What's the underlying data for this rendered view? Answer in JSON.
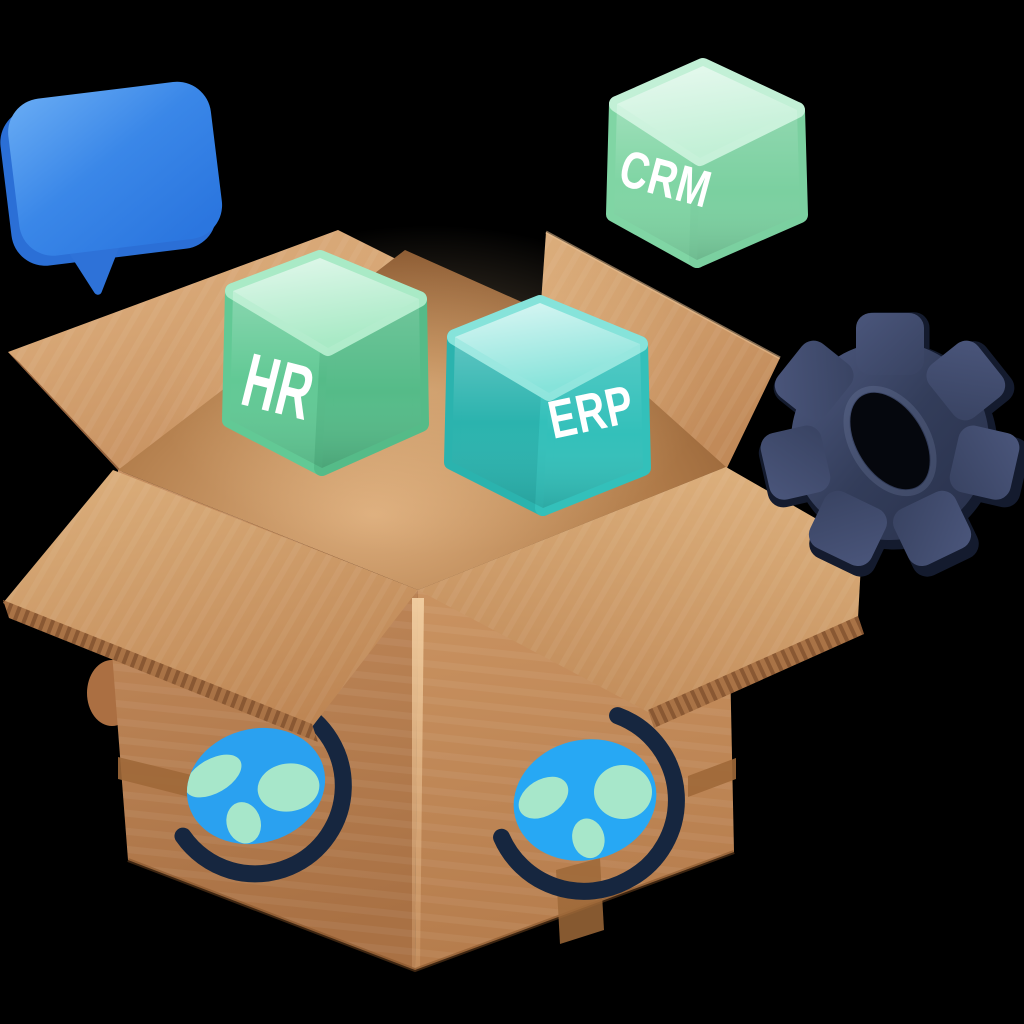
{
  "illustration": {
    "title": "Open cardboard box releasing software module cubes",
    "background_color": "#000000"
  },
  "modules": [
    {
      "id": "hr",
      "label": "HR",
      "label_color": "#FFFFFF",
      "left_color": "#62C995",
      "right_color": "#55BB88",
      "top_color": "#A9EAC6"
    },
    {
      "id": "erp",
      "label": "ERP",
      "label_color": "#FFFFFF",
      "left_color": "#2BB3AE",
      "right_color": "#33C0BA",
      "top_color": "#86E3DA"
    },
    {
      "id": "crm",
      "label": "CRM",
      "label_color": "#FFFFFF",
      "left_color": "#80D5A4",
      "right_color": "#7BD0A0",
      "top_color": "#C2F0D6"
    }
  ],
  "icons": {
    "speech_bubble": {
      "name": "speech-bubble-icon",
      "color": "#3E8CEA"
    },
    "gear": {
      "name": "gear-icon",
      "color": "#353F5B"
    },
    "globe": {
      "name": "globe-logo",
      "globe_color": "#29A5F2",
      "land_color": "#A7E7CA",
      "arc_color": "#16263F"
    },
    "box": {
      "name": "cardboard-box",
      "color": "#C08A5B"
    }
  }
}
